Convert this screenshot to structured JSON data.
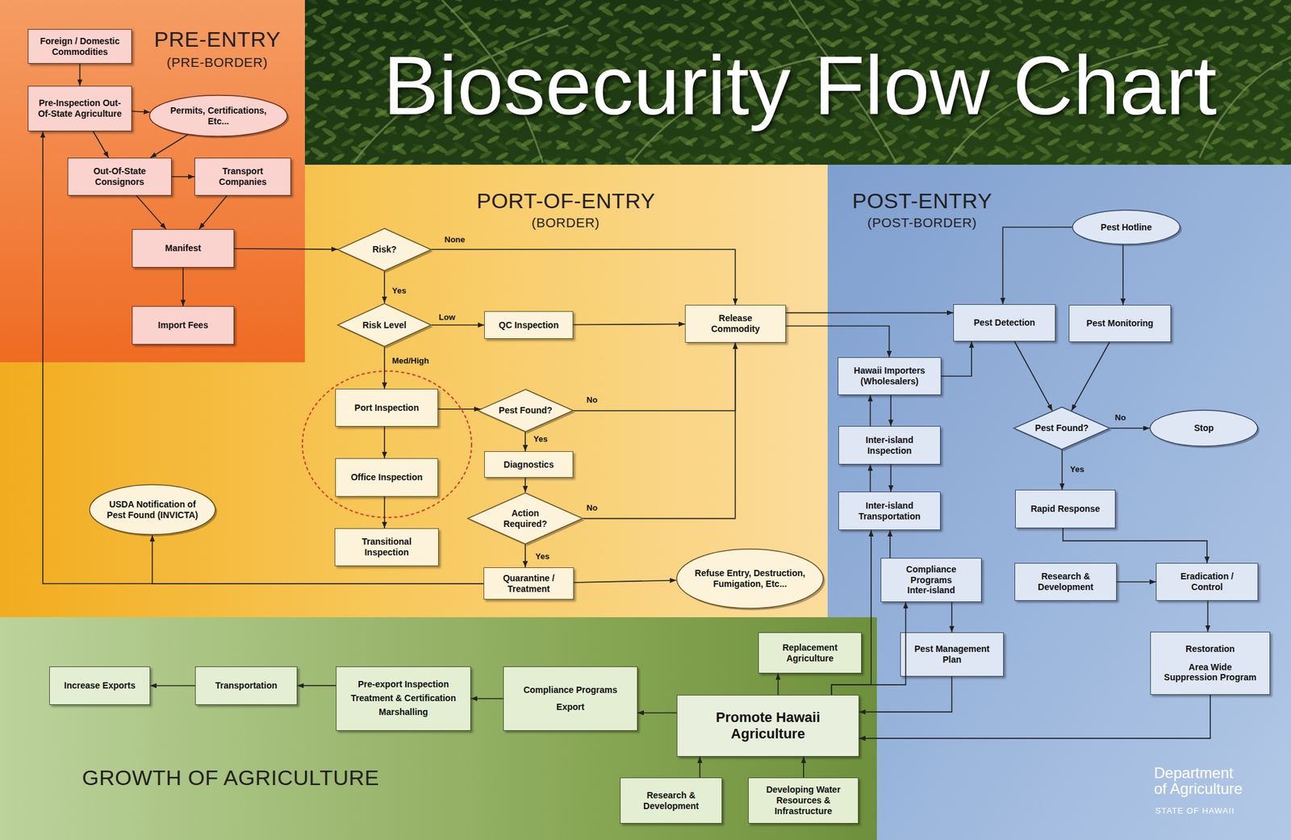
{
  "diagram": {
    "title": "Biosecurity Flow Chart",
    "nodes": [
      {
        "text": [
          "PRE-ENTRY",
          "(PRE-BORDER)"
        ]
      },
      {
        "text": [
          "Foreign / Domestic Commodities"
        ],
        "in": 0
      },
      {
        "text": [
          "Pre-Inspection Out-Of-State Agriculture"
        ],
        "in": 0
      },
      {
        "text": [
          "Permits, Certifications, Etc..."
        ],
        "in": 0
      },
      {
        "text": [
          "Out-Of-State Consignors"
        ],
        "in": 0
      },
      {
        "text": [
          "Transport Companies"
        ],
        "in": 0
      },
      {
        "text": [
          "Manifest"
        ],
        "in": 0
      },
      {
        "text": [
          "Import Fees"
        ],
        "in": 0
      },
      {
        "text": [
          "PORT-OF-ENTRY",
          "(BORDER)"
        ]
      },
      {
        "text": [
          "Risk?"
        ],
        "in": 8
      },
      {
        "text": [
          "Risk Level"
        ],
        "in": 8
      },
      {
        "text": [
          "QC Inspection"
        ],
        "in": 8
      },
      {
        "text": [
          "Release Commodity"
        ],
        "in": 8
      },
      {
        "text": [
          "Port Inspection"
        ],
        "in": 8
      },
      {
        "text": [
          "Pest Found?"
        ],
        "in": 8
      },
      {
        "text": [
          "Office Inspection"
        ],
        "in": 8
      },
      {
        "text": [
          "Diagnostics"
        ],
        "in": 8
      },
      {
        "text": [
          "USDA Notification of Pest Found (INVICTA)"
        ],
        "in": 8
      },
      {
        "text": [
          "Action Required?"
        ],
        "in": 8
      },
      {
        "text": [
          "Transitional Inspection"
        ],
        "in": 8
      },
      {
        "text": [
          "Quarantine / Treatment"
        ],
        "in": 8
      },
      {
        "text": [
          "Refuse Entry, Destruction, Fumigation, Etc..."
        ],
        "in": 8
      },
      {
        "text": [
          "POST-ENTRY",
          "(POST-BORDER)"
        ]
      },
      {
        "text": [
          "Pest Hotline"
        ],
        "in": 22
      },
      {
        "text": [
          "Pest Detection"
        ],
        "in": 22
      },
      {
        "text": [
          "Pest Monitoring"
        ],
        "in": 22
      },
      {
        "text": [
          "Hawaii Importers (Wholesalers)"
        ],
        "in": 22
      },
      {
        "text": [
          "Pest Found?"
        ],
        "in": 22
      },
      {
        "text": [
          "Stop"
        ],
        "in": 22
      },
      {
        "text": [
          "Inter-island Inspection"
        ],
        "in": 22
      },
      {
        "text": [
          "Inter-island Transportation"
        ],
        "in": 22
      },
      {
        "text": [
          "Rapid Response"
        ],
        "in": 22
      },
      {
        "text": [
          "Compliance Programs Inter-island"
        ],
        "in": 22
      },
      {
        "text": [
          "Research & Development"
        ],
        "in": 22
      },
      {
        "text": [
          "Eradication / Control"
        ],
        "in": 22
      },
      {
        "text": [
          "Pest Management Plan"
        ],
        "in": 22
      },
      {
        "text": [
          "Restoration",
          "Area Wide Suppression Program"
        ],
        "in": 22
      },
      {
        "text": [
          "GROWTH OF AGRICULTURE"
        ]
      },
      {
        "text": [
          "Replacement Agriculture"
        ],
        "in": 37
      },
      {
        "text": [
          "Increase Exports"
        ],
        "in": 37
      },
      {
        "text": [
          "Transportation"
        ],
        "in": 37
      },
      {
        "text": [
          "Pre-export Inspection Treatment & Certification Marshalling"
        ],
        "in": 37
      },
      {
        "text": [
          "Compliance Programs Export"
        ],
        "in": 37
      },
      {
        "text": [
          "Promote Hawaii Agriculture"
        ],
        "in": 37
      },
      {
        "text": [
          "Research & Development"
        ],
        "in": 37
      },
      {
        "text": [
          "Developing Water Resources & Infrastructure"
        ],
        "in": 37
      }
    ],
    "edges": [
      {
        "from": 1,
        "to": 2,
        "arrow": "to"
      },
      {
        "from": 2,
        "to": 3,
        "arrow": "to"
      },
      {
        "from": 2,
        "to": 4,
        "arrow": "to"
      },
      {
        "from": 3,
        "to": 4,
        "arrow": "to"
      },
      {
        "from": 4,
        "to": 5,
        "arrow": "to"
      },
      {
        "from": 4,
        "to": 6,
        "arrow": "to"
      },
      {
        "from": 5,
        "to": 6,
        "arrow": "to"
      },
      {
        "from": 6,
        "to": 7,
        "arrow": "to"
      },
      {
        "from": 6,
        "to": 9,
        "arrow": "to"
      },
      {
        "from": 9,
        "to": 12,
        "label": "None",
        "arrow": "to"
      },
      {
        "from": 9,
        "to": 10,
        "label": "Yes",
        "arrow": "to"
      },
      {
        "from": 10,
        "to": 11,
        "label": "Low",
        "arrow": "to"
      },
      {
        "from": 11,
        "to": 12,
        "arrow": "to"
      },
      {
        "from": 10,
        "to": 13,
        "label": "Med/High",
        "arrow": "to"
      },
      {
        "from": 13,
        "to": 14,
        "arrow": "to"
      },
      {
        "from": 14,
        "to": 12,
        "label": "No",
        "arrow": "to"
      },
      {
        "from": 14,
        "to": 16,
        "label": "Yes",
        "arrow": "to"
      },
      {
        "from": 13,
        "to": 15,
        "arrow": "to"
      },
      {
        "from": 15,
        "to": 19,
        "arrow": "to"
      },
      {
        "from": 16,
        "to": 18,
        "arrow": "to"
      },
      {
        "from": 18,
        "to": 12,
        "label": "No",
        "arrow": "to"
      },
      {
        "from": 18,
        "to": 20,
        "label": "Yes",
        "arrow": "to"
      },
      {
        "from": 20,
        "to": 21,
        "arrow": "to"
      },
      {
        "from": 20,
        "to": 17,
        "arrow": "to"
      },
      {
        "from": 20,
        "to": 2,
        "arrow": "to"
      },
      {
        "from": 12,
        "to": 24,
        "arrow": "to"
      },
      {
        "from": 12,
        "to": 26,
        "arrow": "to"
      },
      {
        "from": 26,
        "to": 24,
        "arrow": "to"
      },
      {
        "from": 26,
        "to": 29,
        "arrow": "to"
      },
      {
        "from": 29,
        "to": 26,
        "arrow": "to"
      },
      {
        "from": 29,
        "to": 30,
        "arrow": "to"
      },
      {
        "from": 30,
        "to": 29,
        "arrow": "to"
      },
      {
        "from": 23,
        "to": 24,
        "arrow": "to"
      },
      {
        "from": 23,
        "to": 25,
        "arrow": "to"
      },
      {
        "from": 24,
        "to": 27,
        "arrow": "to"
      },
      {
        "from": 25,
        "to": 27,
        "arrow": "to"
      },
      {
        "from": 27,
        "to": 28,
        "label": "No",
        "arrow": "to"
      },
      {
        "from": 27,
        "to": 31,
        "label": "Yes",
        "arrow": "to"
      },
      {
        "from": 31,
        "to": 34,
        "arrow": "to"
      },
      {
        "from": 33,
        "to": 34,
        "arrow": "to"
      },
      {
        "from": 34,
        "to": 36,
        "arrow": "to"
      },
      {
        "from": 36,
        "to": 43,
        "arrow": "to"
      },
      {
        "from": 32,
        "to": 35,
        "arrow": "to"
      },
      {
        "from": 35,
        "to": 43,
        "arrow": "to"
      },
      {
        "from": 43,
        "to": 32,
        "arrow": "to"
      },
      {
        "from": 43,
        "to": 30,
        "arrow": "to"
      },
      {
        "from": 32,
        "to": 30,
        "arrow": "to"
      },
      {
        "from": 43,
        "to": 38,
        "arrow": "to"
      },
      {
        "from": 43,
        "to": 42,
        "arrow": "to"
      },
      {
        "from": 42,
        "to": 41,
        "arrow": "to"
      },
      {
        "from": 41,
        "to": 40,
        "arrow": "to"
      },
      {
        "from": 40,
        "to": 39,
        "arrow": "to"
      },
      {
        "from": 44,
        "to": 43,
        "arrow": "to"
      },
      {
        "from": 45,
        "to": 43,
        "arrow": "to"
      }
    ],
    "labels": [
      "Department of Agriculture",
      "STATE OF HAWAII"
    ]
  }
}
